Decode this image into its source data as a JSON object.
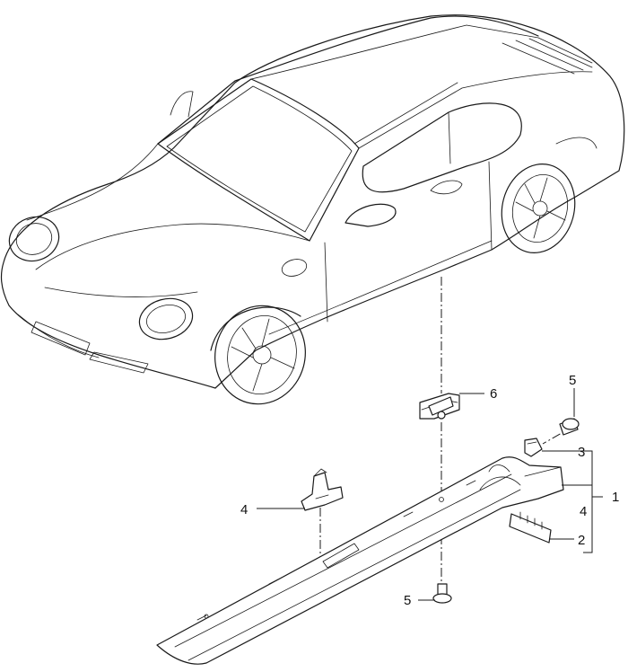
{
  "callouts": {
    "c1": "1",
    "c2": "2",
    "c3": "3",
    "c4_right": "4",
    "c4_left": "4",
    "c5_top": "5",
    "c5_bottom": "5",
    "c6": "6"
  },
  "colors": {
    "line": "#1a1a1a",
    "background": "#ffffff"
  }
}
